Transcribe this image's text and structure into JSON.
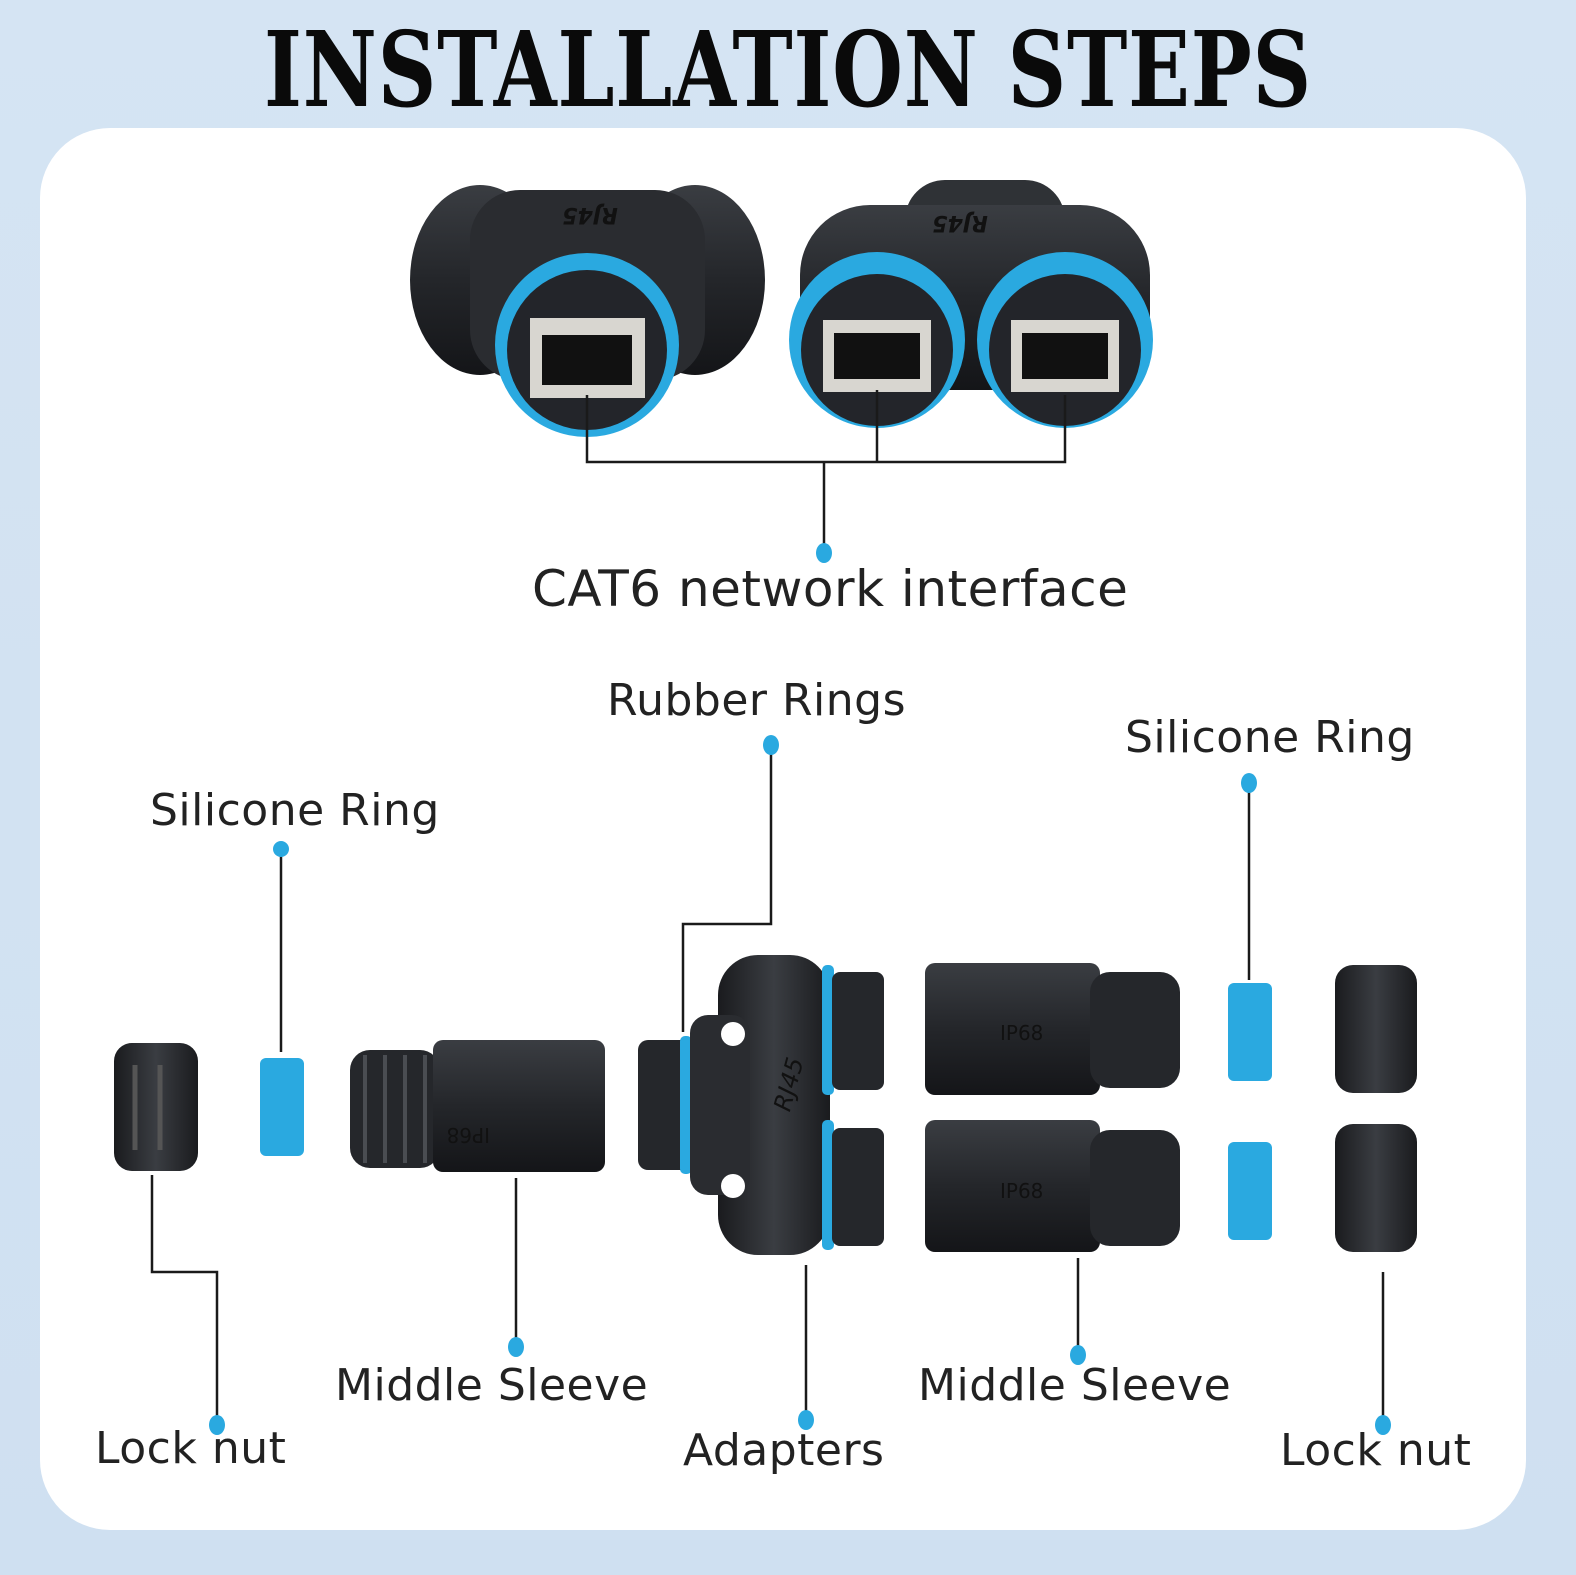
{
  "title": "INSTALLATION STEPS",
  "labels": {
    "cat6": "CAT6 network interface",
    "rubber_rings": "Rubber Rings",
    "silicone_ring_left": "Silicone Ring",
    "silicone_ring_right": "Silicone Ring",
    "lock_nut_left": "Lock nut",
    "middle_sleeve_left": "Middle Sleeve",
    "adapters": "Adapters",
    "middle_sleeve_right": "Middle Sleeve",
    "lock_nut_right": "Lock nut"
  },
  "product_marking": "RJ45",
  "sleeve_marking": "IP68",
  "colors": {
    "accent_blue": "#2aa9e0",
    "part_black": "#2a2c30",
    "line": "#1a1a1a",
    "background": "#d3e3f2"
  }
}
